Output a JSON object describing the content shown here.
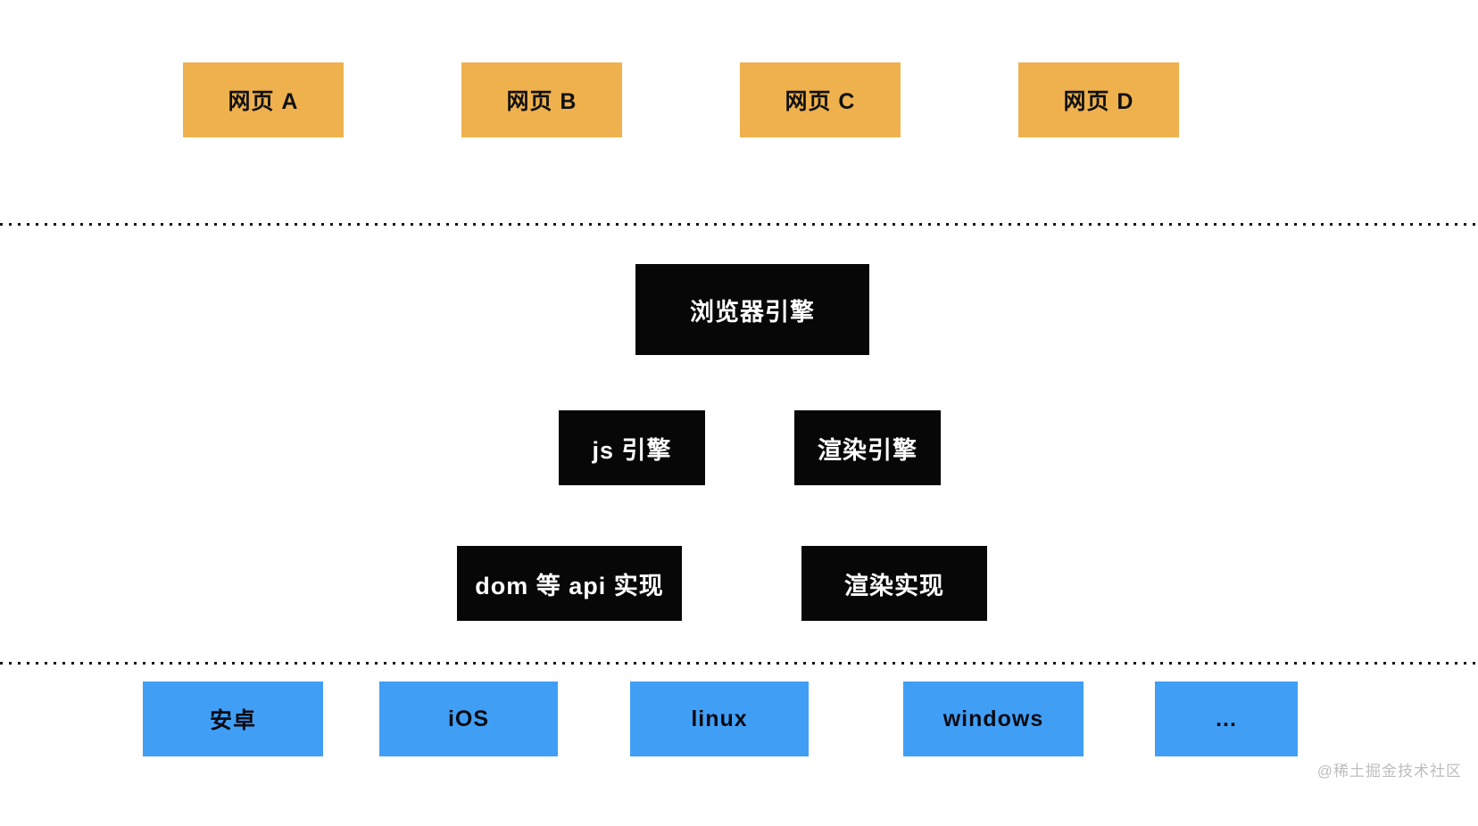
{
  "webpages": [
    "网页 A",
    "网页 B",
    "网页 C",
    "网页 D"
  ],
  "browser_engine": {
    "title": "浏览器引擎"
  },
  "engine_row": {
    "js_engine": "js 引擎",
    "render_engine": "渲染引擎"
  },
  "impl_row": {
    "dom_api": "dom 等 api 实现",
    "render_impl": "渲染实现"
  },
  "os_platforms": [
    "安卓",
    "iOS",
    "linux",
    "windows",
    "..."
  ],
  "watermark": "@稀土掘金技术社区",
  "colors": {
    "webpage_box": "#efb14e",
    "engine_box": "#070707",
    "os_box": "#409ff5",
    "engine_text": "#ffffff",
    "box_text": "#111111",
    "dotted_line": "#141414",
    "watermark_text": "#bdbdbd",
    "background": "#ffffff"
  }
}
